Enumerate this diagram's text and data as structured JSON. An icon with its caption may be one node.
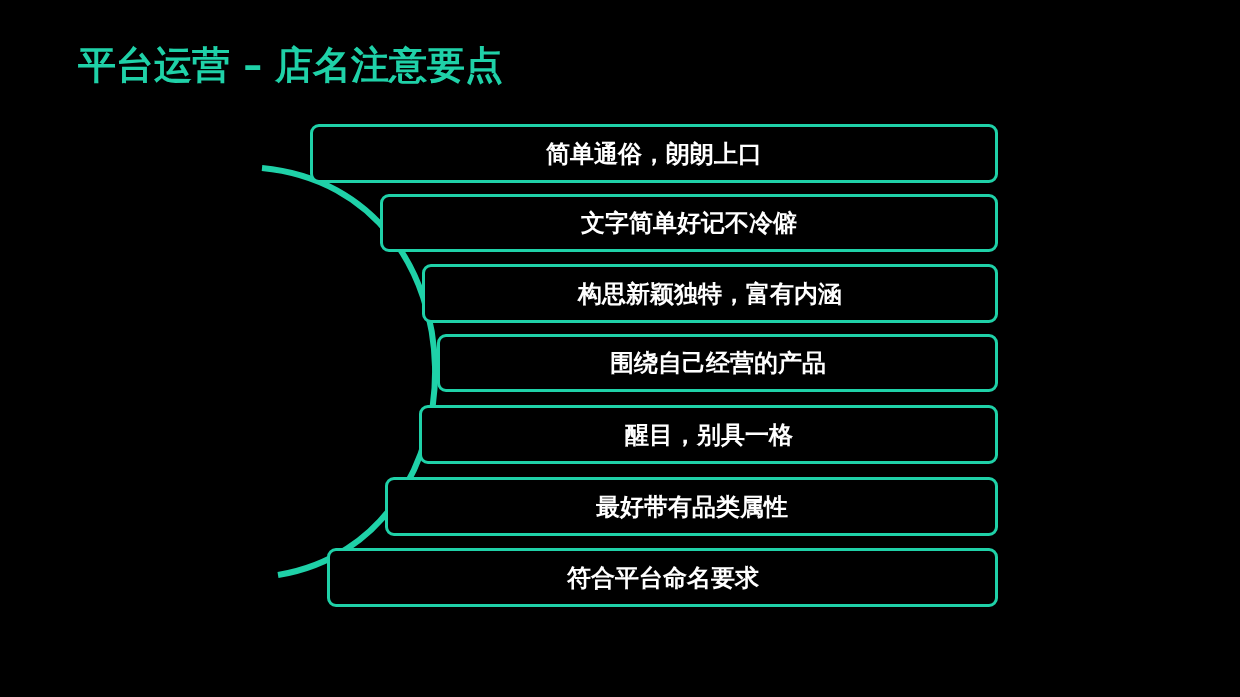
{
  "diagram": {
    "title": "平台运营 – 店名注意要点",
    "nodes": [
      {
        "text": [
          "简单通俗，朗朗上口"
        ]
      },
      {
        "text": [
          "文字简单好记不冷僻"
        ]
      },
      {
        "text": [
          "构思新颖独特，富有内涵"
        ]
      },
      {
        "text": [
          "围绕自己经营的产品"
        ]
      },
      {
        "text": [
          "醒目，别具一格"
        ]
      },
      {
        "text": [
          "最好带有品类属性"
        ]
      },
      {
        "text": [
          "符合平台命名要求"
        ]
      }
    ]
  }
}
